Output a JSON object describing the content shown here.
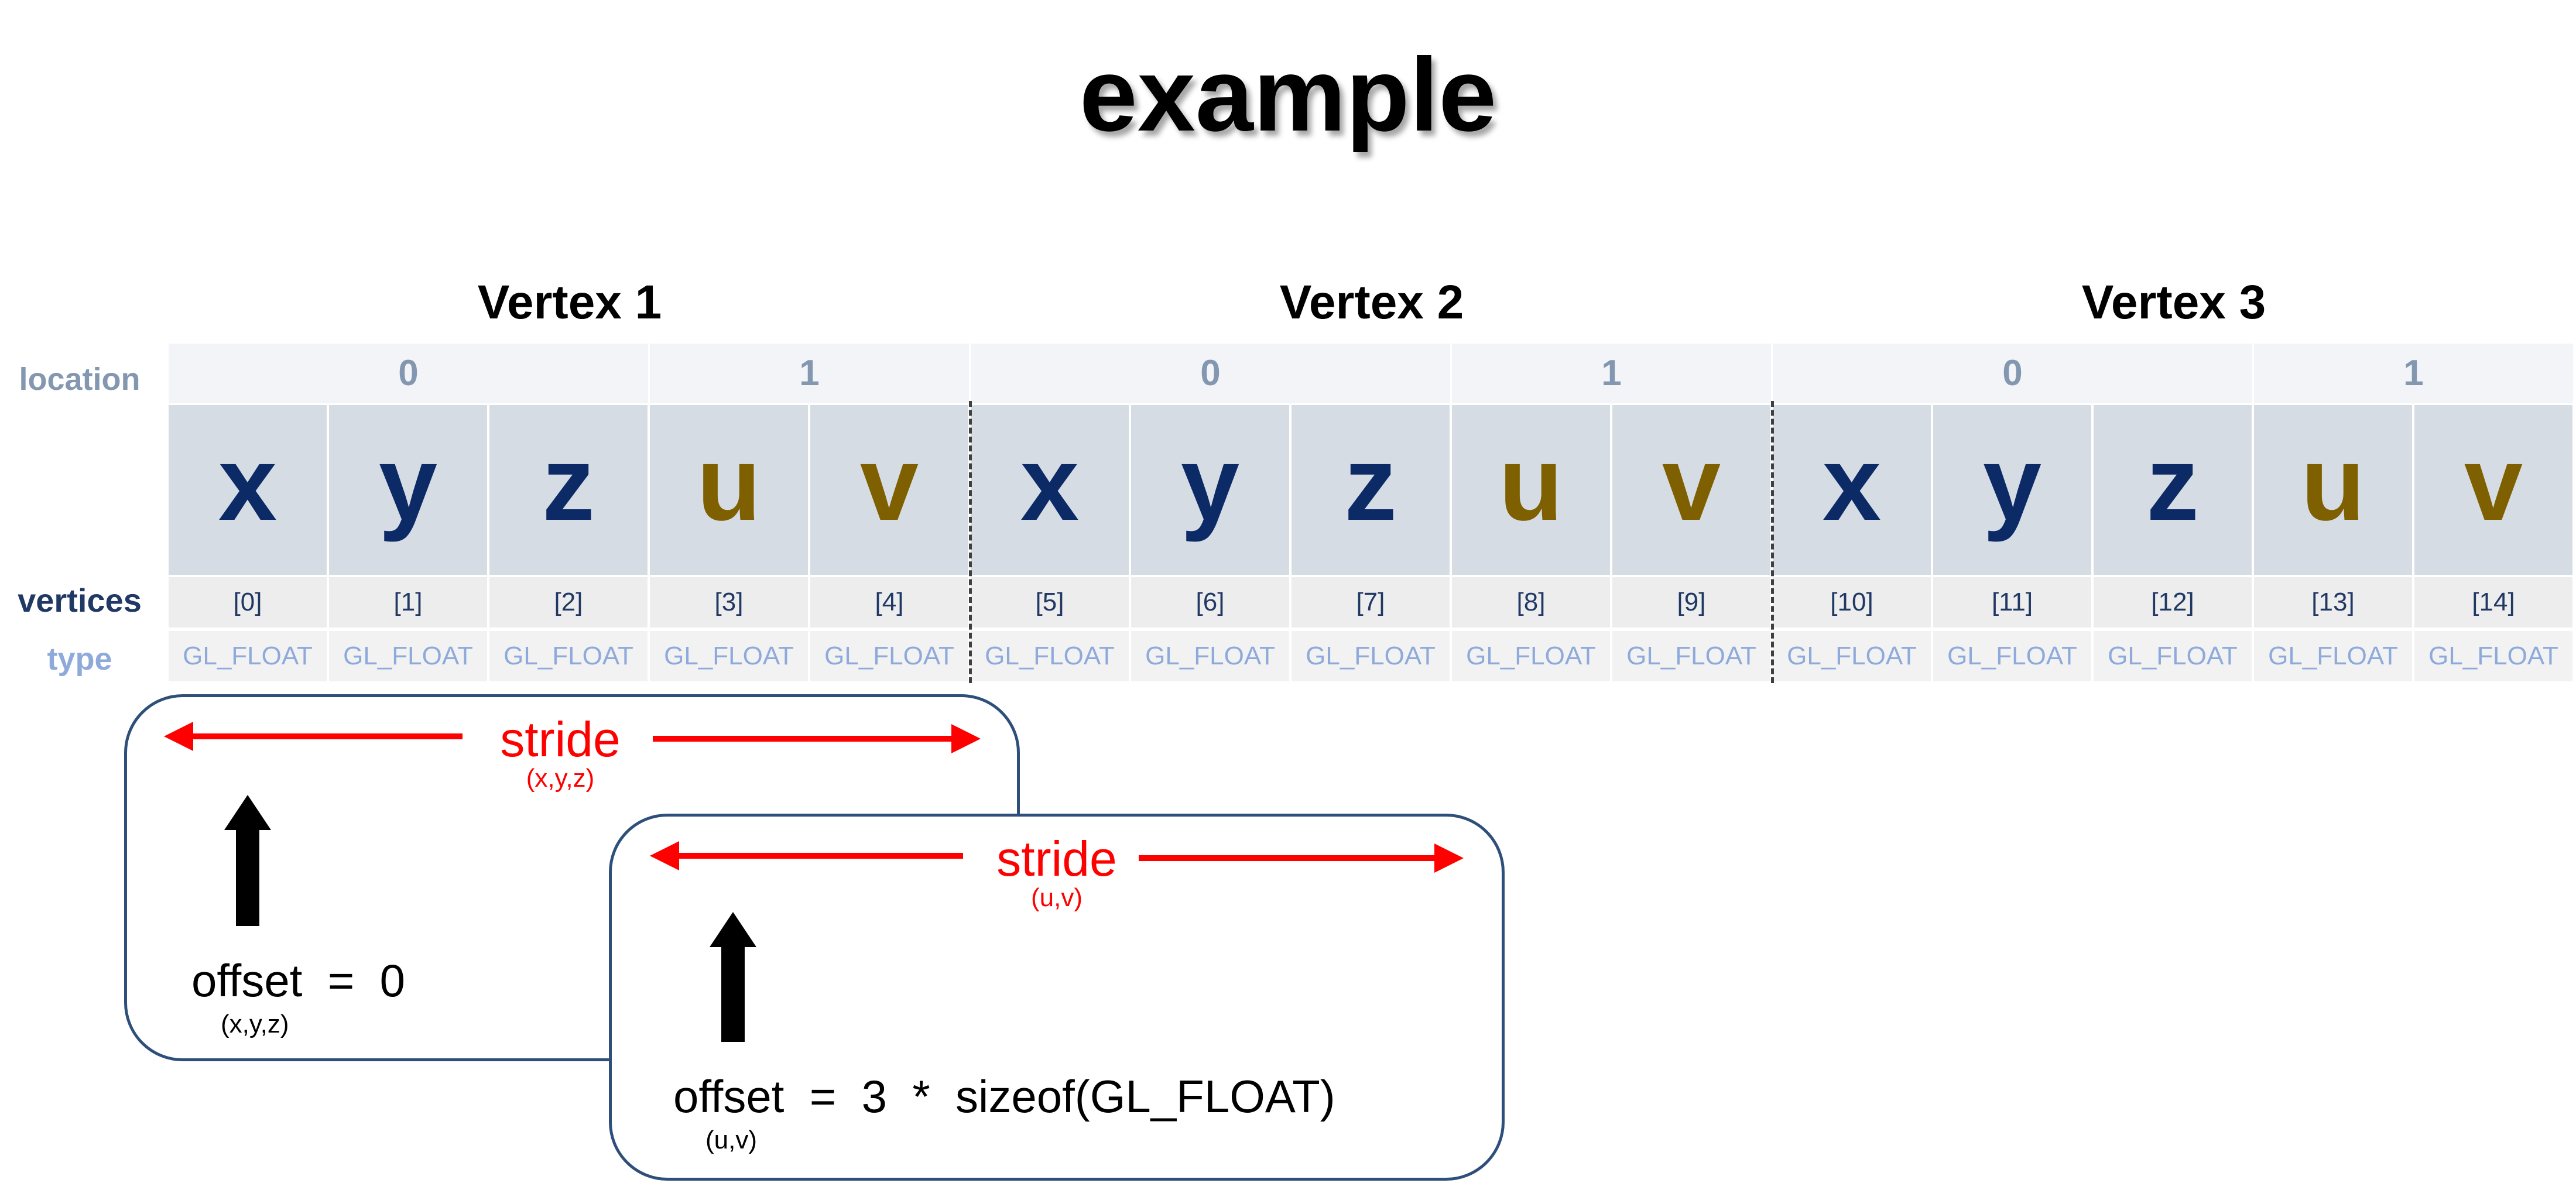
{
  "title": "example",
  "row_labels": {
    "location": "location",
    "vertices": "vertices",
    "type": "type"
  },
  "vertex_headers": [
    "Vertex 1",
    "Vertex 2",
    "Vertex 3"
  ],
  "location_labels": [
    "0",
    "1",
    "0",
    "1",
    "0",
    "1"
  ],
  "components": [
    "x",
    "y",
    "z",
    "u",
    "v",
    "x",
    "y",
    "z",
    "u",
    "v",
    "x",
    "y",
    "z",
    "u",
    "v"
  ],
  "indices": [
    "[0]",
    "[1]",
    "[2]",
    "[3]",
    "[4]",
    "[5]",
    "[6]",
    "[7]",
    "[8]",
    "[9]",
    "[10]",
    "[11]",
    "[12]",
    "[13]",
    "[14]"
  ],
  "types": [
    "GL_FLOAT",
    "GL_FLOAT",
    "GL_FLOAT",
    "GL_FLOAT",
    "GL_FLOAT",
    "GL_FLOAT",
    "GL_FLOAT",
    "GL_FLOAT",
    "GL_FLOAT",
    "GL_FLOAT",
    "GL_FLOAT",
    "GL_FLOAT",
    "GL_FLOAT",
    "GL_FLOAT",
    "GL_FLOAT"
  ],
  "colors": {
    "position_component": "#0b2a66",
    "texcoord_component": "#7f6000",
    "stride": "#ff0000",
    "box_border": "#2e4f7a"
  },
  "box1": {
    "stride_label": "stride",
    "stride_sub": "(x,y,z)",
    "offset_text": "offset  =  0",
    "offset_sub": "(x,y,z)",
    "arrow_icon": "up-arrow-icon"
  },
  "box2": {
    "stride_label": "stride",
    "stride_sub": "(u,v)",
    "offset_text": "offset  =  3  *  sizeof(GL_FLOAT)",
    "offset_sub": "(u,v)",
    "arrow_icon": "up-arrow-icon"
  }
}
